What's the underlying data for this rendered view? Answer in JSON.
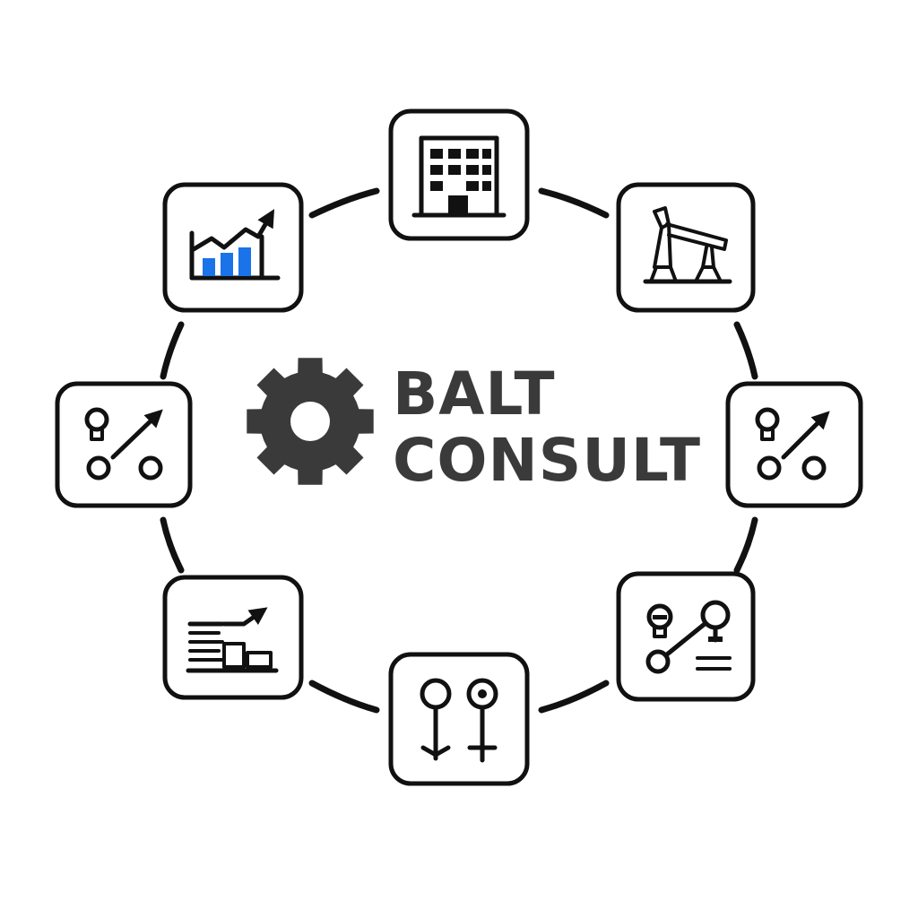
{
  "brand": {
    "line1": "BALT",
    "line2": "CONSULT",
    "text_color": "#3a3a3a",
    "gear_color": "#3a3a3a"
  },
  "colors": {
    "ink": "#111111",
    "accent_bars": "#1a73e8",
    "background": "#ffffff"
  },
  "tiles": [
    {
      "id": "top",
      "icon": "office-building-icon"
    },
    {
      "id": "top-right",
      "icon": "oil-pump-jack-icon"
    },
    {
      "id": "right",
      "icon": "network-growth-arrow-icon"
    },
    {
      "id": "bottom-right",
      "icon": "connected-nodes-icon"
    },
    {
      "id": "bottom",
      "icon": "pin-markers-icon"
    },
    {
      "id": "bottom-left",
      "icon": "growth-stack-arrow-icon"
    },
    {
      "id": "left",
      "icon": "network-growth-arrow-icon"
    },
    {
      "id": "top-left",
      "icon": "bar-chart-growth-icon"
    }
  ]
}
